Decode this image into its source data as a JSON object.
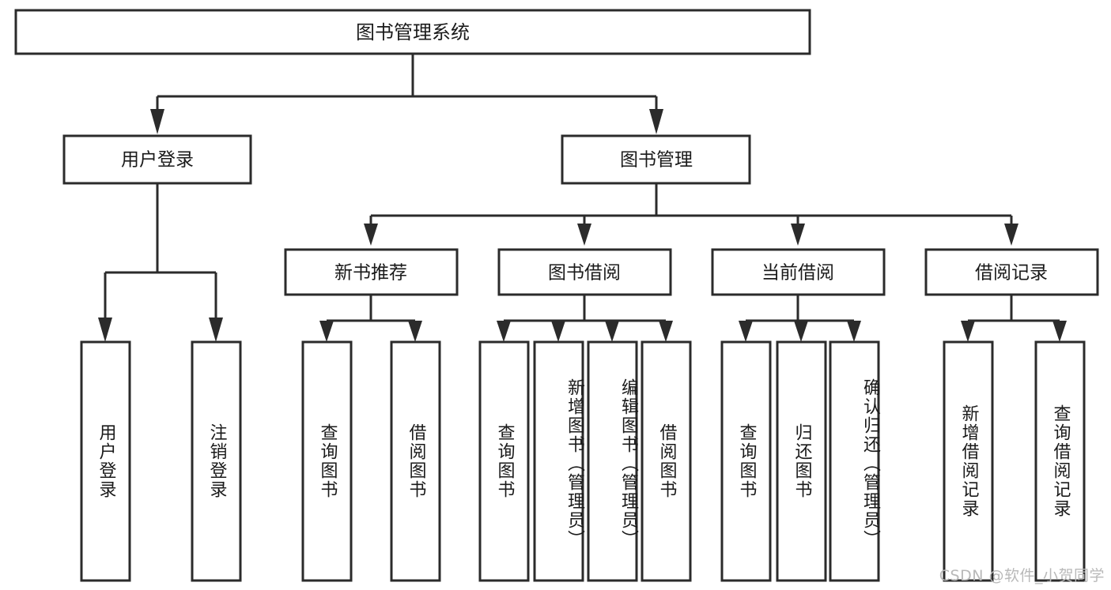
{
  "diagram": {
    "title": "图书管理系统",
    "type": "hierarchy-tree",
    "orientation": "top-down",
    "colors": {
      "box_fill": "#ffffff",
      "box_stroke": "#2b2b2b",
      "text": "#1a1a1a",
      "background": "#ffffff",
      "watermark": "#b9b9b9"
    },
    "levels": [
      {
        "level": 1,
        "nodes": [
          {
            "id": "root",
            "label": "图书管理系统"
          }
        ]
      },
      {
        "level": 2,
        "nodes": [
          {
            "id": "login",
            "label": "用户登录",
            "parent": "root"
          },
          {
            "id": "bookmgmt",
            "label": "图书管理",
            "parent": "root"
          }
        ]
      },
      {
        "level": 3,
        "nodes": [
          {
            "id": "newbook",
            "label": "新书推荐",
            "parent": "bookmgmt"
          },
          {
            "id": "borrow",
            "label": "图书借阅",
            "parent": "bookmgmt"
          },
          {
            "id": "current",
            "label": "当前借阅",
            "parent": "bookmgmt"
          },
          {
            "id": "record",
            "label": "借阅记录",
            "parent": "bookmgmt"
          }
        ]
      },
      {
        "level": 4,
        "nodes": [
          {
            "id": "leaf1",
            "label": "用户登录",
            "parent": "login"
          },
          {
            "id": "leaf2",
            "label": "注销登录",
            "parent": "login"
          },
          {
            "id": "leaf3",
            "label": "查询图书",
            "parent": "newbook"
          },
          {
            "id": "leaf4",
            "label": "借阅图书",
            "parent": "newbook"
          },
          {
            "id": "leaf5",
            "label": "查询图书",
            "parent": "borrow"
          },
          {
            "id": "leaf6",
            "label": "新增图书（管理员）",
            "parent": "borrow"
          },
          {
            "id": "leaf7",
            "label": "编辑图书（管理员）",
            "parent": "borrow"
          },
          {
            "id": "leaf8",
            "label": "借阅图书",
            "parent": "borrow"
          },
          {
            "id": "leaf9",
            "label": "查询图书",
            "parent": "current"
          },
          {
            "id": "leaf10",
            "label": "归还图书",
            "parent": "current"
          },
          {
            "id": "leaf11",
            "label": "确认归还（管理员）",
            "parent": "current"
          },
          {
            "id": "leaf12",
            "label": "新增借阅记录",
            "parent": "record"
          },
          {
            "id": "leaf13",
            "label": "查询借阅记录",
            "parent": "record"
          }
        ]
      }
    ]
  },
  "watermark": {
    "text": "CSDN @软件_小贺同学"
  }
}
